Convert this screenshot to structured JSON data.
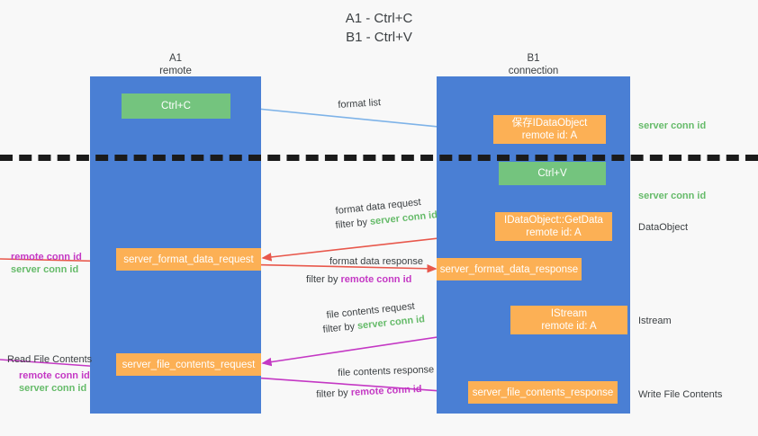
{
  "title": "A1 - Ctrl+C\nB1 - Ctrl+V",
  "lanes": [
    {
      "name": "A1",
      "sub": "remote",
      "header": "A1\nremote"
    },
    {
      "name": "B1",
      "sub": "connection",
      "header": "B1\nconnection"
    }
  ],
  "nodes": {
    "ctrl_c": "Ctrl+C",
    "save_idataobject": "保存IDataObject\nremote id: A",
    "ctrl_v": "Ctrl+V",
    "getdata": "IDataObject::GetData\nremote id: A",
    "server_format_data_request": "server_format_data_request",
    "server_format_data_response": "server_format_data_response",
    "istream": "IStream\nremote id: A",
    "server_file_contents_request": "server_file_contents_request",
    "server_file_contents_response": "server_file_contents_response"
  },
  "edges": {
    "format_list": "format list",
    "format_data_request": "format data request",
    "format_data_request_filter_prefix": "filter by ",
    "format_data_request_filter_value": "server conn id",
    "format_data_response": "format data response",
    "format_data_response_filter_prefix": "filter by ",
    "format_data_response_filter_value": "remote conn id",
    "file_contents_request": "file contents request",
    "file_contents_request_filter_prefix": "filter by ",
    "file_contents_request_filter_value": "server conn id",
    "file_contents_response": "file contents response",
    "file_contents_response_filter_prefix": "filter by ",
    "file_contents_response_filter_value": "remote conn id"
  },
  "annotations": {
    "right_server_conn_id_top": "server conn id",
    "right_server_conn_id_mid": "server conn id",
    "right_dataobject": "DataObject",
    "right_istream": "Istream",
    "right_write_file_contents": "Write File Contents",
    "left_remote_conn_id_mid": "remote conn id",
    "left_server_conn_id_mid": "server conn id",
    "left_read_file_contents": "Read File Contents",
    "left_remote_conn_id_bottom": "remote conn id",
    "left_server_conn_id_bottom": "server conn id"
  },
  "colors": {
    "lane": "#4a7fd4",
    "green_node": "#74c47e",
    "orange_node": "#fcb055",
    "arrow_blue": "#7eb3e8",
    "arrow_red": "#e8584c",
    "arrow_magenta": "#c438c4",
    "arrow_black": "#1b1b1b",
    "text_green": "#66bb6a",
    "text_magenta": "#c438c4",
    "background": "#f8f8f8",
    "divider": "#1b1b1b"
  }
}
